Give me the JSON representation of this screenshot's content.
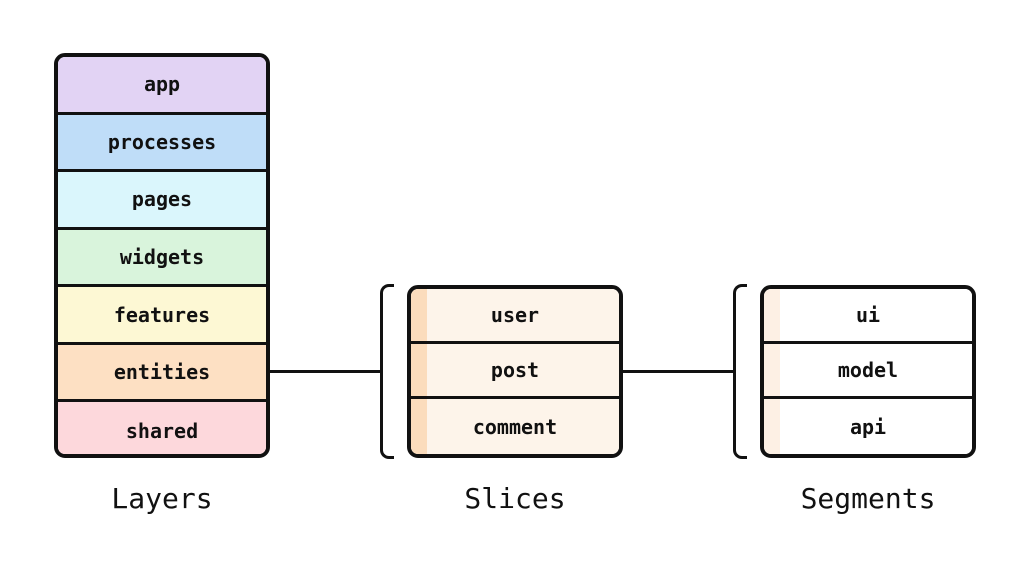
{
  "layers": {
    "caption": "Layers",
    "items": [
      {
        "label": "app",
        "color": "#e2d3f4"
      },
      {
        "label": "processes",
        "color": "#bfddf8"
      },
      {
        "label": "pages",
        "color": "#daf6fc"
      },
      {
        "label": "widgets",
        "color": "#d9f4dc"
      },
      {
        "label": "features",
        "color": "#fdf8d4"
      },
      {
        "label": "entities",
        "color": "#fde0c3"
      },
      {
        "label": "shared",
        "color": "#fdd8dc"
      }
    ]
  },
  "slices": {
    "caption": "Slices",
    "items": [
      {
        "label": "user"
      },
      {
        "label": "post"
      },
      {
        "label": "comment"
      }
    ]
  },
  "segments": {
    "caption": "Segments",
    "items": [
      {
        "label": "ui"
      },
      {
        "label": "model"
      },
      {
        "label": "api"
      }
    ]
  }
}
